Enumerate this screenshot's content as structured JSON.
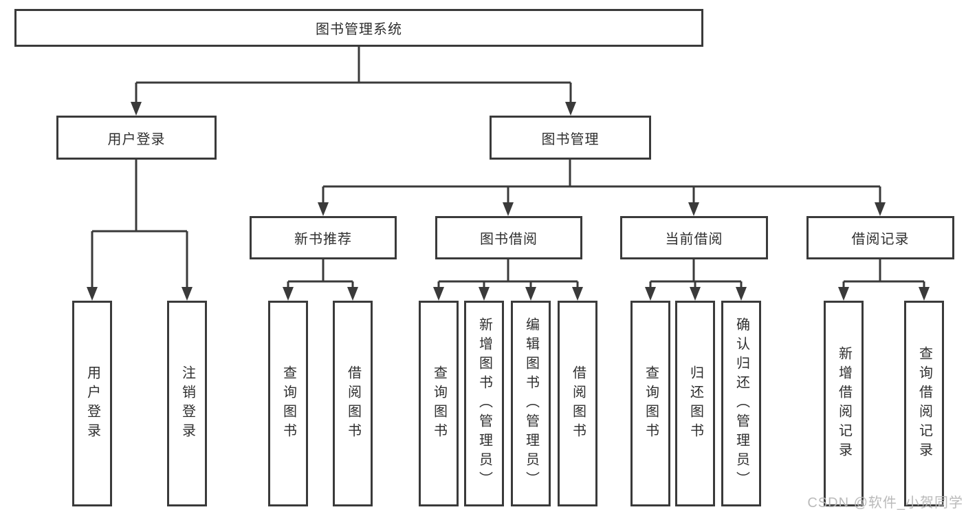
{
  "diagram": {
    "root_label": "图书管理系统",
    "branches": [
      {
        "label": "用户登录",
        "children": [
          "用户登录",
          "注销登录"
        ]
      },
      {
        "label": "图书管理",
        "groups": [
          {
            "label": "新书推荐",
            "children": [
              "查询图书",
              "借阅图书"
            ]
          },
          {
            "label": "图书借阅",
            "children": [
              "查询图书",
              "新增图书（管理员）",
              "编辑图书（管理员）",
              "借阅图书"
            ]
          },
          {
            "label": "当前借阅",
            "children": [
              "查询图书",
              "归还图书",
              "确认归还（管理员）"
            ]
          },
          {
            "label": "借阅记录",
            "children": [
              "新增借阅记录",
              "查询借阅记录"
            ]
          }
        ]
      }
    ],
    "watermark": "CSDN @软件_小贺同学",
    "colors": {
      "line": "#3a3a3a",
      "text": "#2f2f2f",
      "background": "#ffffff",
      "watermark": "#b6b6b6"
    }
  }
}
